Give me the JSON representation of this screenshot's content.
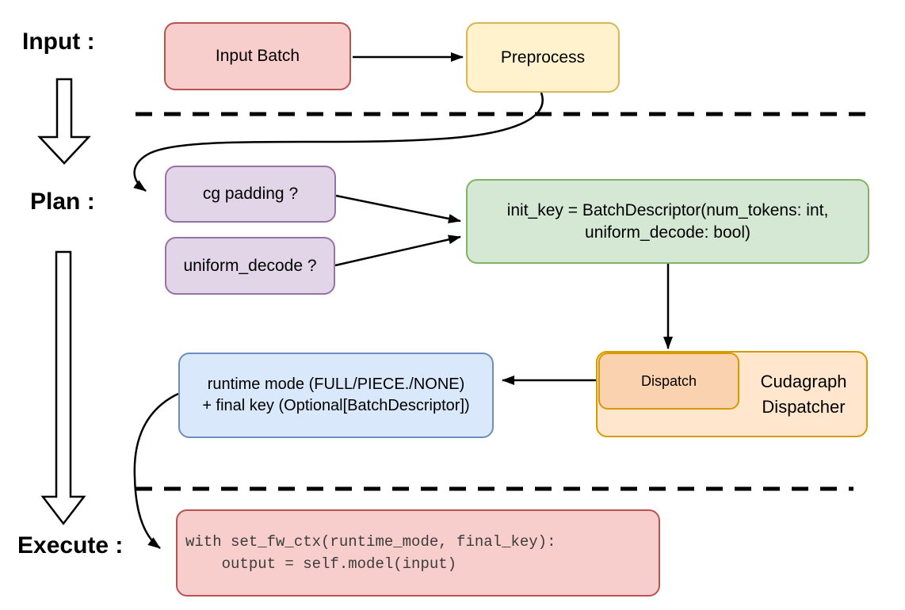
{
  "stages": {
    "input": "Input :",
    "plan": "Plan :",
    "execute": "Execute :"
  },
  "nodes": {
    "input_batch": {
      "label": "Input Batch"
    },
    "preprocess": {
      "label": "Preprocess"
    },
    "cg_padding": {
      "label": "cg padding ?"
    },
    "uniform_decode": {
      "label": "uniform_decode ?"
    },
    "init_key": {
      "lines": [
        "init_key = BatchDescriptor(num_tokens: int,",
        "uniform_decode: bool)"
      ]
    },
    "dispatch": {
      "label": "Dispatch"
    },
    "cudagraph_dispatcher": {
      "lines": [
        "Cudagraph",
        "Dispatcher"
      ]
    },
    "runtime_result": {
      "lines": [
        "runtime mode (FULL/PIECE./NONE)",
        "+ final key (Optional[BatchDescriptor])"
      ]
    },
    "execute_code": {
      "lines": [
        "with set_fw_ctx(runtime_mode, final_key):",
        "    output = self.model(input)"
      ]
    }
  },
  "colors": {
    "red_fill": "#F8CECC",
    "red_stroke": "#B85450",
    "yellow_fill": "#FFF2CC",
    "yellow_stroke": "#D6B656",
    "purple_fill": "#E1D5E7",
    "purple_stroke": "#9673A6",
    "green_fill": "#D5E8D4",
    "green_stroke": "#82B366",
    "blue_fill": "#DAE8FC",
    "blue_stroke": "#6C8EBF",
    "orange_fill": "#FFE6CC",
    "orange_inner_fill": "#FAD2B0",
    "orange_stroke": "#D79B00",
    "edge": "#000000"
  }
}
